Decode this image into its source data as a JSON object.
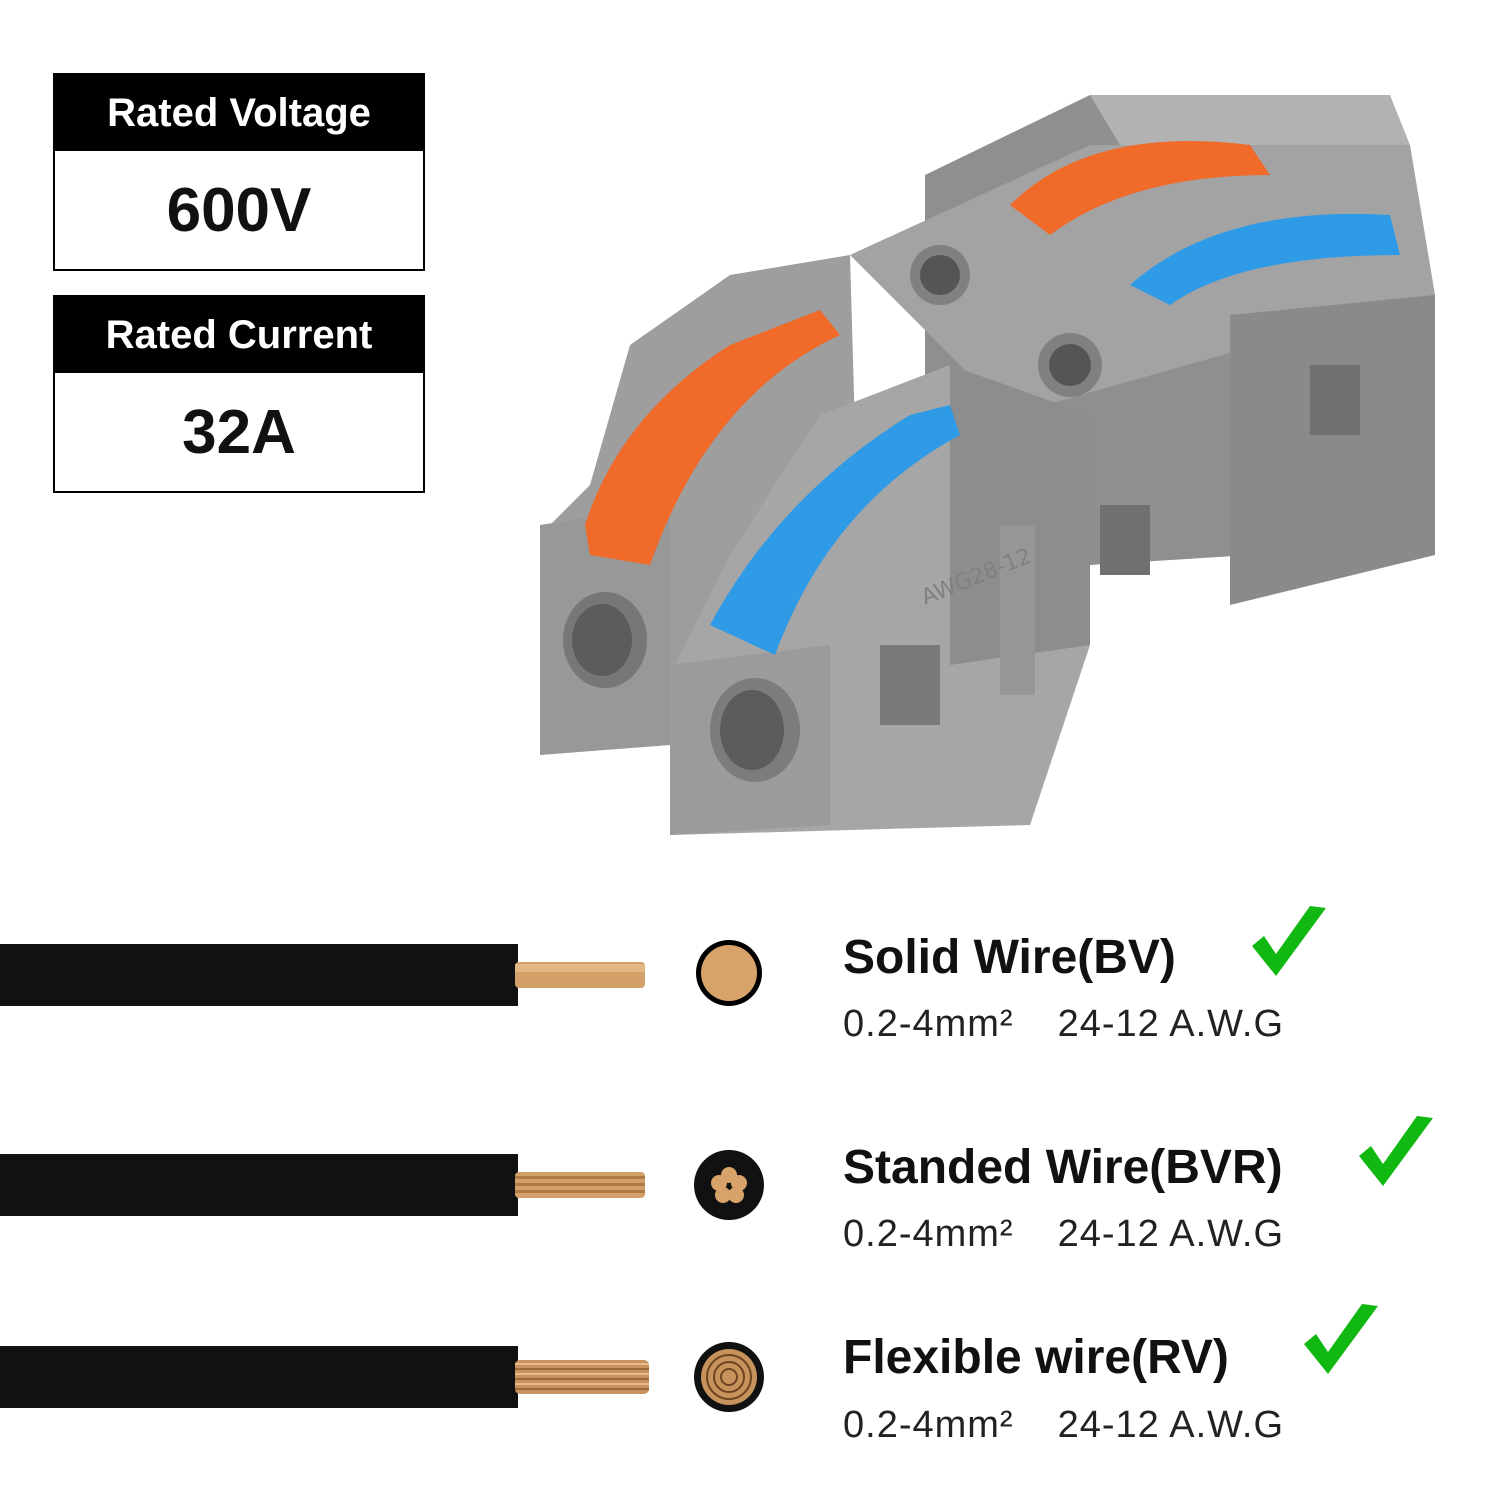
{
  "specs": [
    {
      "label": "Rated Voltage",
      "value": "600V"
    },
    {
      "label": "Rated Current",
      "value": "32A"
    }
  ],
  "product": {
    "name": "lever wire connector",
    "marking": "AWG28-12",
    "body_color": "#9a9a9a",
    "lever_colors": [
      "#f06a2a",
      "#2f9be6"
    ]
  },
  "wires": [
    {
      "title": "Solid Wire(BV)",
      "area": "0.2-4mm²",
      "awg": "24-12 A.W.G",
      "icon": "check-icon",
      "check_color": "#12b812"
    },
    {
      "title": "Standed Wire(BVR)",
      "area": "0.2-4mm²",
      "awg": "24-12 A.W.G",
      "icon": "check-icon",
      "check_color": "#12b812"
    },
    {
      "title": "Flexible wire(RV)",
      "area": "0.2-4mm²",
      "awg": "24-12 A.W.G",
      "icon": "check-icon",
      "check_color": "#12b812"
    }
  ]
}
